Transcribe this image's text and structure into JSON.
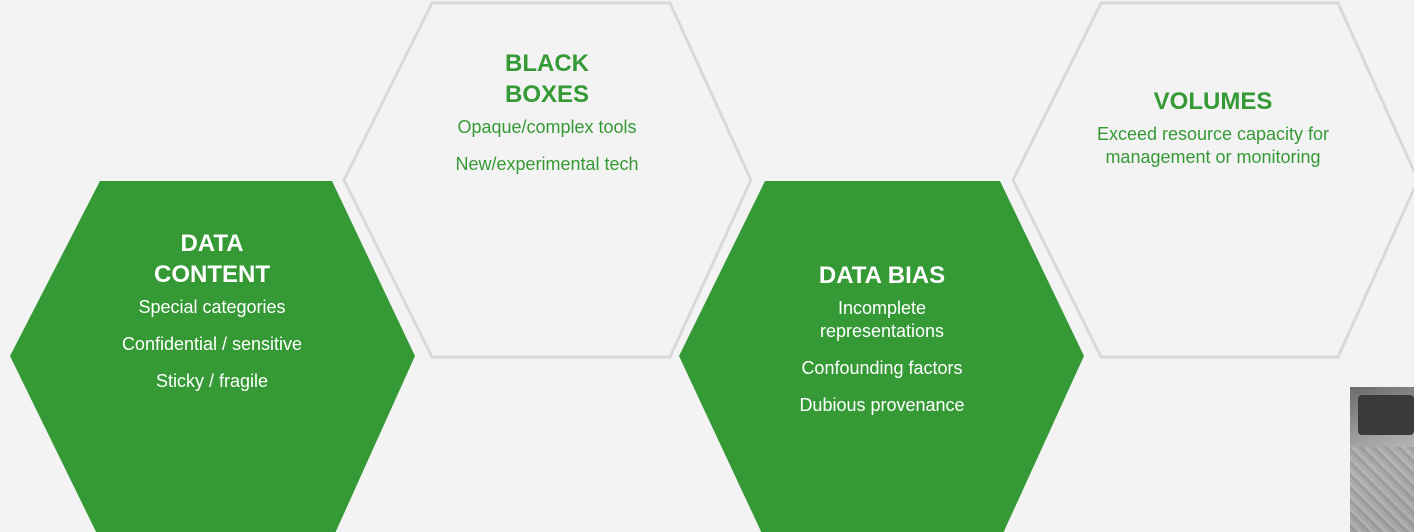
{
  "theme": {
    "green": "#359a35",
    "outline": "#d9d9d9",
    "background": "#f3f3f3"
  },
  "hexagons": [
    {
      "id": "data-content",
      "style": "filled",
      "title": "DATA CONTENT",
      "title_lines": [
        "DATA",
        "CONTENT"
      ],
      "lines": [
        "Special categories",
        "Confidential / sensitive",
        "Sticky / fragile"
      ]
    },
    {
      "id": "black-boxes",
      "style": "outline",
      "title": "BLACK BOXES",
      "title_lines": [
        "BLACK",
        "BOXES"
      ],
      "lines": [
        "Opaque/complex tools",
        "New/experimental tech"
      ]
    },
    {
      "id": "data-bias",
      "style": "filled",
      "title": "DATA BIAS",
      "title_lines": [
        "DATA BIAS"
      ],
      "lines": [
        "Incomplete representations",
        "Confounding factors",
        "Dubious provenance"
      ]
    },
    {
      "id": "volumes",
      "style": "outline",
      "title": "VOLUMES",
      "title_lines": [
        "VOLUMES"
      ],
      "lines": [
        "Exceed resource capacity for management or monitoring"
      ]
    }
  ]
}
